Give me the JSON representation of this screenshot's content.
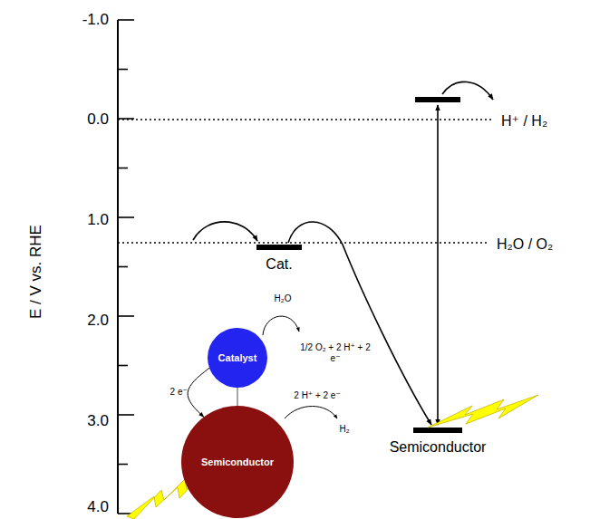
{
  "diagram": {
    "nodes": [
      {
        "text": [
          "Catalyst"
        ]
      },
      {
        "text": [
          "Semiconductor"
        ]
      }
    ],
    "edges": [
      {
        "from": 0,
        "to": 1,
        "arrow": "none"
      },
      {
        "from": 0,
        "to": 1,
        "arrow": "to",
        "label": "2 e⁻"
      }
    ],
    "labels": [
      "-1.0",
      "0.0",
      "1.0",
      "2.0",
      "3.0",
      "4.0",
      "E / V vs. RHE",
      "H⁺ / H₂",
      "H₂O / O₂",
      "Cat.",
      "Semiconductor",
      "H₂O",
      "1/2 O₂ + 2 H⁺ + 2 e⁻",
      "2 H⁺ + 2 e⁻",
      "H₂"
    ]
  }
}
